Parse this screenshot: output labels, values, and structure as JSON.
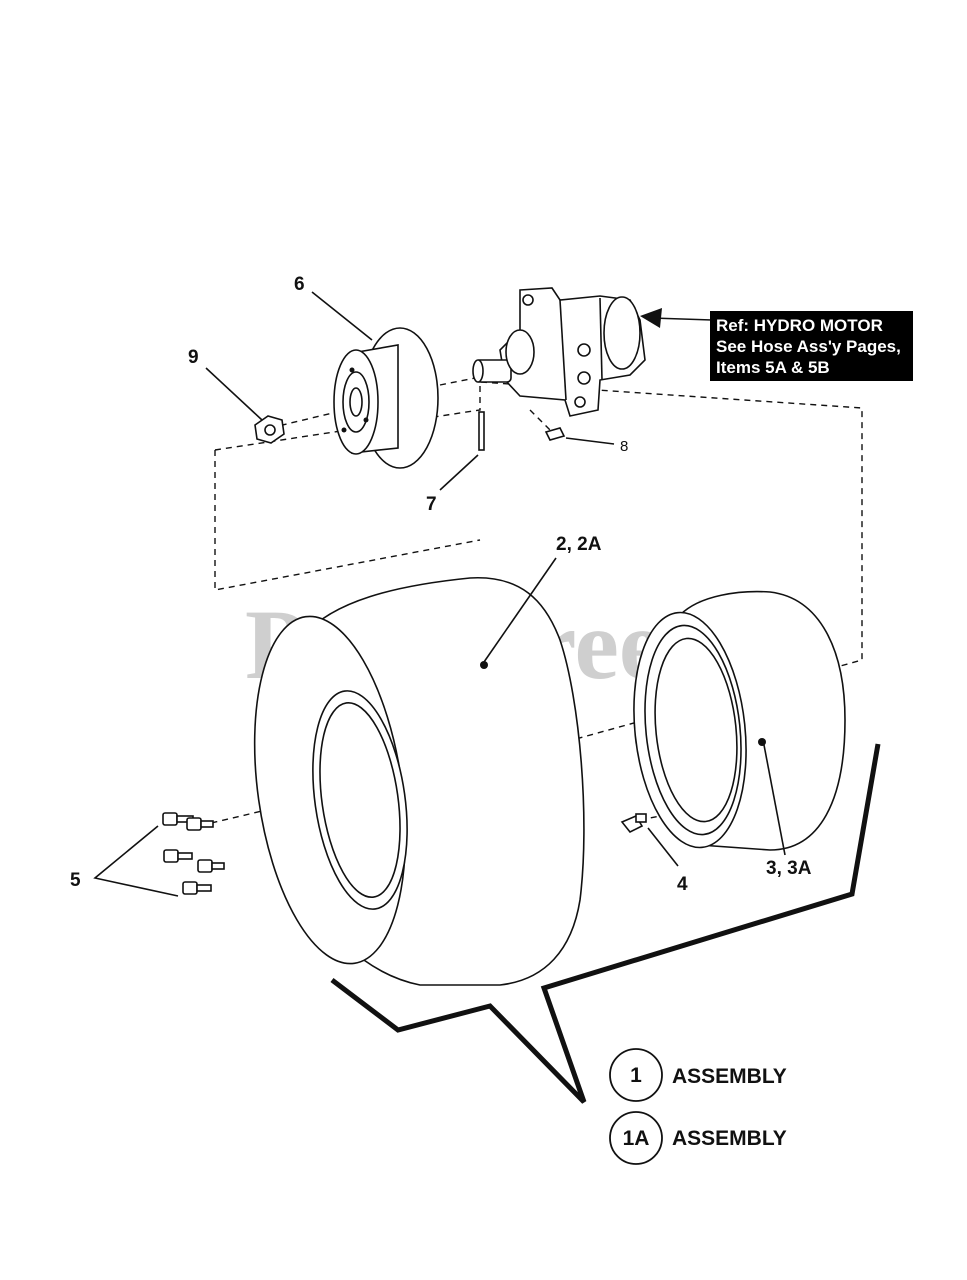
{
  "watermark": {
    "text": "PartsTree",
    "mark": "™"
  },
  "callouts": {
    "p6": "6",
    "p9": "9",
    "p8": "8",
    "p7": "7",
    "p2": "2, 2A",
    "p3": "3, 3A",
    "p4": "4",
    "p5": "5"
  },
  "reference_box": {
    "line1": "Ref: HYDRO MOTOR",
    "line2": "See Hose Ass'y Pages,",
    "line3": "Items 5A & 5B"
  },
  "legend": [
    {
      "badge": "1",
      "label": "ASSEMBLY"
    },
    {
      "badge": "1A",
      "label": "ASSEMBLY"
    }
  ],
  "colors": {
    "line": "#111111",
    "watermark": "#cfcfcf",
    "ref_box_bg": "#000000"
  }
}
